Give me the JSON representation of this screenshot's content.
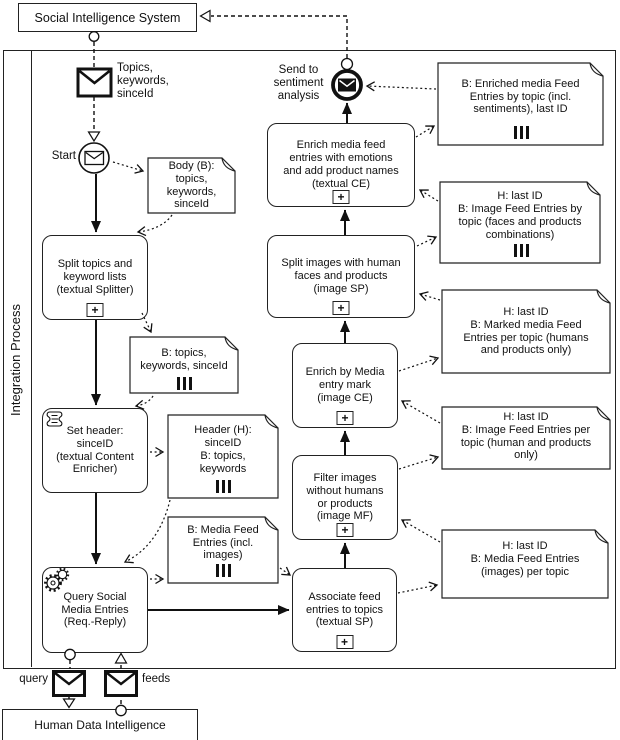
{
  "pools": {
    "top_system": "Social Intelligence System",
    "bottom_system": "Human Data Intelligence",
    "lane_label": "Integration Process"
  },
  "labels": {
    "start": "Start",
    "incoming_message": "Topics,\nkeywords,\nsinceId",
    "end_event": "Send to\nsentiment\nanalysis",
    "query": "query",
    "feeds": "feeds",
    "subprocess_marker": "+"
  },
  "tasks": [
    {
      "label": "Split topics and\nkeyword lists\n(textual Splitter)",
      "subprocess": true
    },
    {
      "label": "Set header:\nsinceID\n(textual Content\nEnricher)",
      "subprocess": false,
      "icon": "script"
    },
    {
      "label": "Query Social\nMedia Entries\n(Req.-Reply)",
      "subprocess": false,
      "icon": "gears"
    },
    {
      "label": "Enrich media feed\nentries with emotions\nand add product names\n(textual CE)",
      "subprocess": true
    },
    {
      "label": "Split images with human\nfaces and products\n(image SP)",
      "subprocess": true
    },
    {
      "label": "Enrich by Media\nentry mark\n(image CE)",
      "subprocess": true
    },
    {
      "label": "Filter images\nwithout humans\nor products\n(image MF)",
      "subprocess": true
    },
    {
      "label": "Associate feed\nentries to topics\n(textual SP)",
      "subprocess": true
    }
  ],
  "notes": [
    {
      "text": "Body (B):\ntopics,\nkeywords,\nsinceId",
      "bars": false
    },
    {
      "text": "B: topics,\nkeywords, sinceId",
      "bars": true
    },
    {
      "text": "Header (H):\nsinceID\nB: topics,\nkeywords",
      "bars": true
    },
    {
      "text": "B: Media Feed\nEntries (incl.\nimages)",
      "bars": true
    },
    {
      "text": "B: Enriched media Feed\nEntries by topic (incl.\nsentiments), last ID",
      "bars": true
    },
    {
      "text": "H: last ID\nB: Image Feed Entries by\ntopic (faces and products\ncombinations)",
      "bars": true
    },
    {
      "text": "H: last ID\nB: Marked media Feed\nEntries per topic (humans\nand products only)",
      "bars": false
    },
    {
      "text": "H: last ID\nB: Image Feed Entries per\ntopic (human and products\nonly)",
      "bars": false
    },
    {
      "text": "H: last ID\nB: Media Feed Entries\n(images) per topic",
      "bars": false
    }
  ]
}
